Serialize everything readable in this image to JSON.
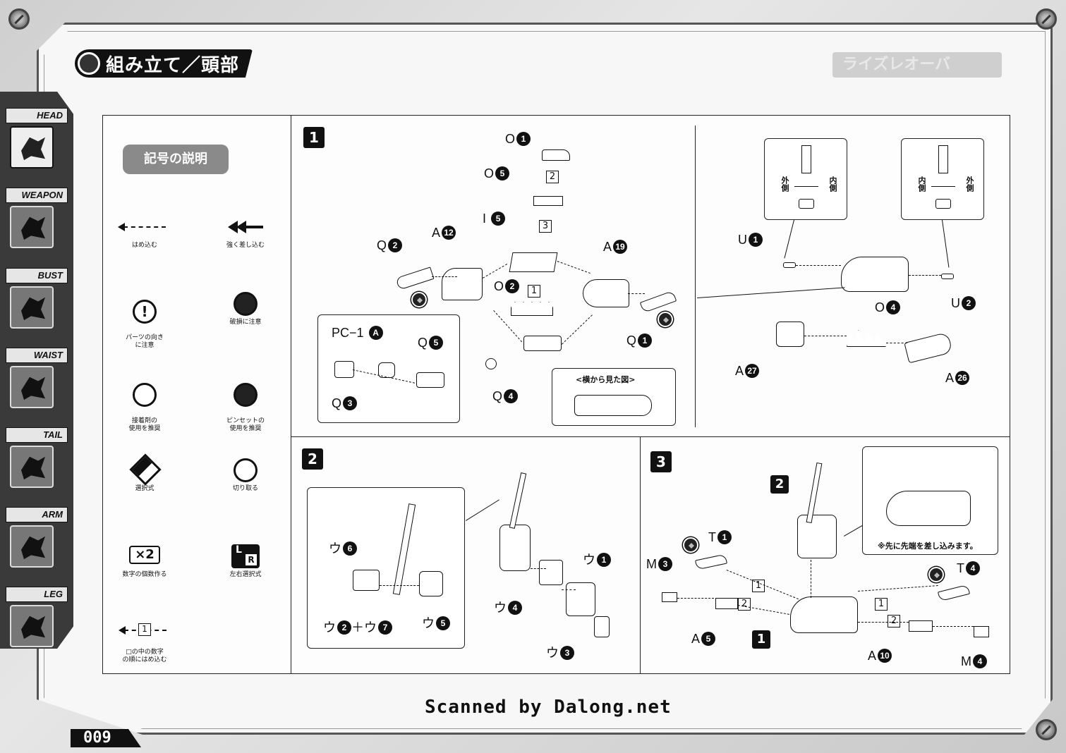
{
  "page": {
    "title": "組み立て／頭部",
    "ghost_title": "ライズレオーバ",
    "page_number": "009",
    "scan_credit": "Scanned by Dalong.net"
  },
  "sidebar": {
    "tabs": [
      {
        "label": "HEAD",
        "icon": "dragon-head-icon",
        "active": true
      },
      {
        "label": "WEAPON",
        "icon": "claw-weapon-icon",
        "active": false
      },
      {
        "label": "BUST",
        "icon": "bust-icon",
        "active": false
      },
      {
        "label": "WAIST",
        "icon": "waist-icon",
        "active": false
      },
      {
        "label": "TAIL",
        "icon": "tail-icon",
        "active": false
      },
      {
        "label": "ARM",
        "icon": "arm-icon",
        "active": false
      },
      {
        "label": "LEG",
        "icon": "leg-icon",
        "active": false
      }
    ]
  },
  "legend": {
    "title": "記号の説明",
    "items": {
      "fit": "はめ込む",
      "push_firmly": "強く差し込む",
      "orientation": "パーツの向き\nに注意",
      "breakage": "破損に注意",
      "glue": "接着剤の\n使用を推奨",
      "tweezers": "ピンセットの\n使用を推奨",
      "choice": "選択式",
      "cut_off": "切り取る",
      "make_count": "数字の個数作る",
      "lr_choice": "左右選択式",
      "numbered": "□の中の数字\nの順にはめ込む"
    },
    "symbols": {
      "orientation": "!",
      "make_count": "×2",
      "numbered": "1",
      "lr_l": "L",
      "lr_r": "R"
    }
  },
  "step1": {
    "badge": "1",
    "labels": {
      "o1": "O",
      "o1n": "1",
      "o5": "O",
      "o5n": "5",
      "i5": "I",
      "i5n": "5",
      "a12": "A",
      "a12n": "12",
      "q2": "Q",
      "q2n": "2",
      "o2": "O",
      "o2n": "2",
      "a19": "A",
      "a19n": "19",
      "q1": "Q",
      "q1n": "1",
      "pc1": "PC−1",
      "pc1n": "A",
      "q5": "Q",
      "q5n": "5",
      "q3": "Q",
      "q3n": "3",
      "q4": "Q",
      "q4n": "4",
      "u1": "U",
      "u1n": "1",
      "u2": "U",
      "u2n": "2",
      "o4": "O",
      "o4n": "4",
      "a27": "A",
      "a27n": "27",
      "a26": "A",
      "a26n": "26"
    },
    "order": [
      "1",
      "2",
      "3"
    ],
    "side_view_caption": "<横から見た図>",
    "outer": "外側",
    "inner": "内側"
  },
  "step2": {
    "badge": "2",
    "labels": {
      "u6": "ウ",
      "u6n": "6",
      "u2u7_a": "ウ",
      "u2u7_an": "2",
      "plus": "＋",
      "u2u7_b": "ウ",
      "u2u7_bn": "7",
      "u5": "ウ",
      "u5n": "5",
      "u1": "ウ",
      "u1n": "1",
      "u4": "ウ",
      "u4n": "4",
      "u3": "ウ",
      "u3n": "3"
    }
  },
  "step3": {
    "badge": "3",
    "sub_badge_2": "2",
    "sub_badge_1": "1",
    "caption": "※先に先端を差し込みます。",
    "labels": {
      "t1": "T",
      "t1n": "1",
      "m3": "M",
      "m3n": "3",
      "t4": "T",
      "t4n": "4",
      "a5": "A",
      "a5n": "5",
      "a10": "A",
      "a10n": "10",
      "m4": "M",
      "m4n": "4"
    },
    "order": [
      "1",
      "2",
      "1",
      "2"
    ]
  }
}
